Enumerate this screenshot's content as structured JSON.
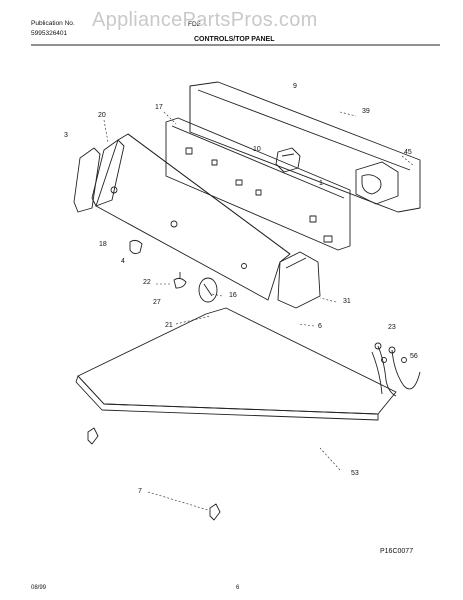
{
  "header": {
    "publication_label": "Publication No.",
    "publication_number": "5995326401",
    "model_code": "FDE",
    "section_title": "CONTROLS/TOP PANEL"
  },
  "watermark": {
    "text": "AppliancePartsPros.com"
  },
  "callouts": [
    "9",
    "17",
    "39",
    "20",
    "3",
    "10",
    "45",
    "1",
    "18",
    "4",
    "22",
    "27",
    "16",
    "31",
    "21",
    "6",
    "23",
    "56",
    "53",
    "7"
  ],
  "figure_code": "P16C0077",
  "footer": {
    "date": "08/99",
    "page_number": "6"
  }
}
